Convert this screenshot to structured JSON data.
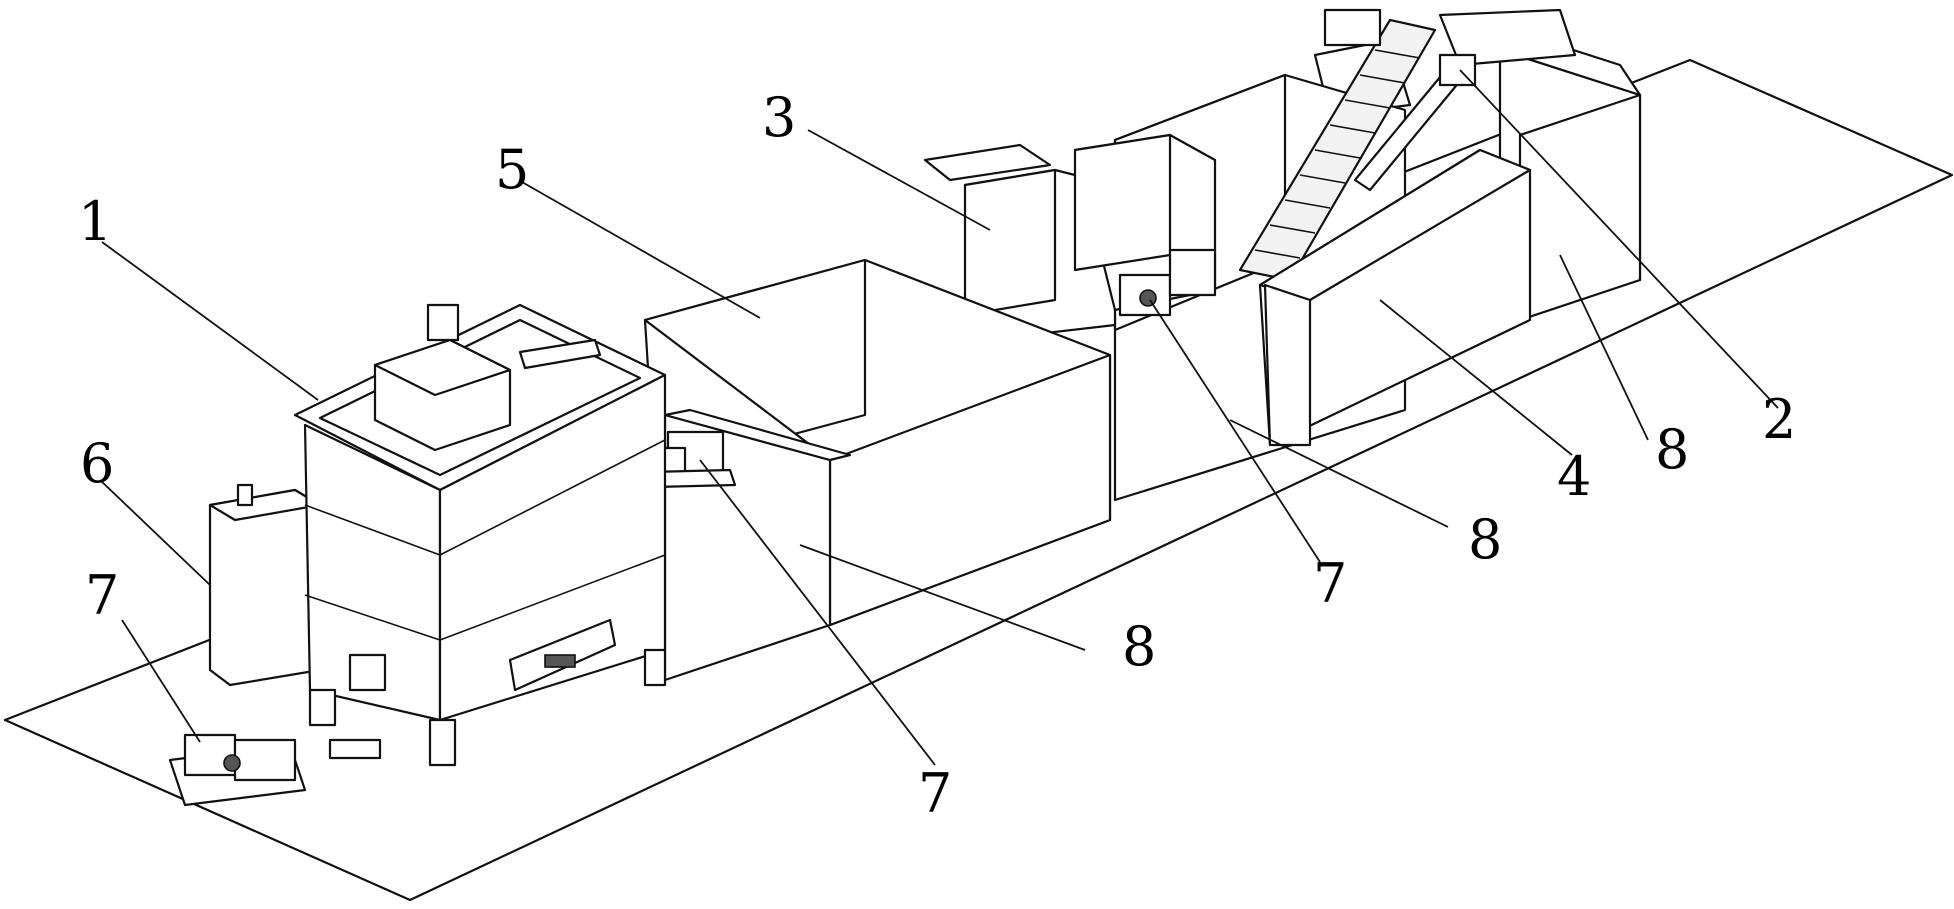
{
  "callouts": [
    {
      "id": "c1",
      "text": "1"
    },
    {
      "id": "c2",
      "text": "2"
    },
    {
      "id": "c3",
      "text": "3"
    },
    {
      "id": "c4",
      "text": "4"
    },
    {
      "id": "c5",
      "text": "5"
    },
    {
      "id": "c6",
      "text": "6"
    },
    {
      "id": "c7a",
      "text": "7"
    },
    {
      "id": "c7b",
      "text": "7"
    },
    {
      "id": "c7c",
      "text": "7"
    },
    {
      "id": "c8a",
      "text": "8"
    },
    {
      "id": "c8b",
      "text": "8"
    },
    {
      "id": "c8c",
      "text": "8"
    }
  ]
}
